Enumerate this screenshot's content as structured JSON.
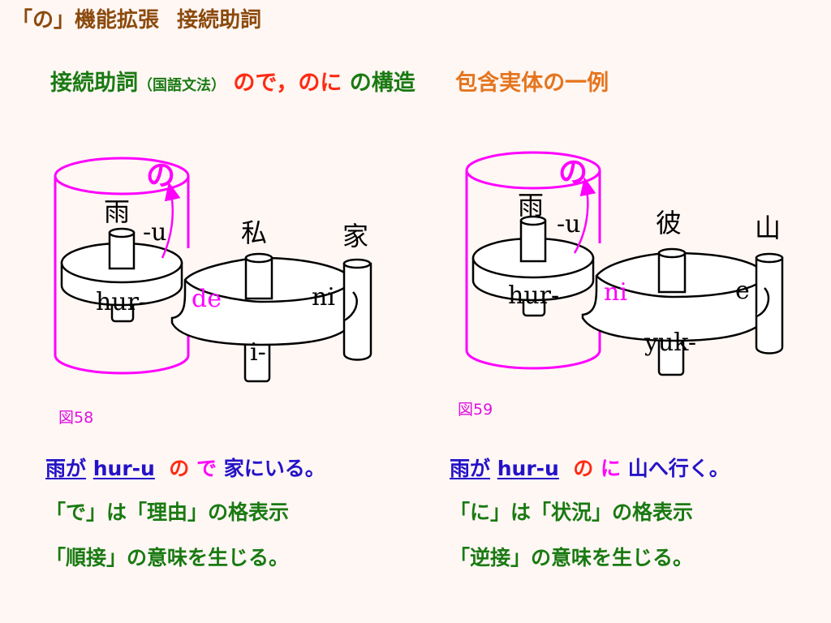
{
  "title": {
    "part1": "「の」機能拡張",
    "part2": "接続助詞"
  },
  "subtitle": {
    "setsuzoku": "接続助詞",
    "kokugo": "（国語文法）",
    "node_noni": "ので，のに",
    "kouzou": "の構造",
    "example": "包含実体の一例"
  },
  "diagram_left": {
    "no": "の",
    "ame": "雨",
    "u": "-u",
    "hur": "hur-",
    "de": "de",
    "watashi": "私",
    "ie": "家",
    "ni": "ni",
    "i": "i-",
    "fig_label": "図58"
  },
  "diagram_right": {
    "no": "の",
    "ame": "雨",
    "u": "-u",
    "hur": "hur-",
    "ni": "ni",
    "kare": "彼",
    "yama": "山",
    "e": "e",
    "yuk": "yuk-",
    "fig_label": "図59"
  },
  "text_left": {
    "line1": {
      "ame_ga": "雨が",
      "hur_u": "hur-u",
      "no": "の",
      "de": "で",
      "rest": "家にいる。"
    },
    "line2": "「で」は「理由」の格表示",
    "line3": "「順接」の意味を生じる。"
  },
  "text_right": {
    "line1": {
      "ame_ga": "雨が",
      "hur_u": "hur-u",
      "no": "の",
      "ni": "に",
      "rest": "山へ行く。"
    },
    "line2": "「に」は「状況」の格表示",
    "line3": "「逆接」の意味を生じる。"
  },
  "colors": {
    "title": "#8b4a0c",
    "green": "#1a7a12",
    "red": "#ff2a12",
    "orange": "#e5751e",
    "magenta": "#ff00ff",
    "blue": "#2412c8",
    "background": "#fff7f4"
  },
  "icons": [
    "cylinder-outline",
    "gear-disk",
    "axle-peg",
    "curved-arrow"
  ]
}
